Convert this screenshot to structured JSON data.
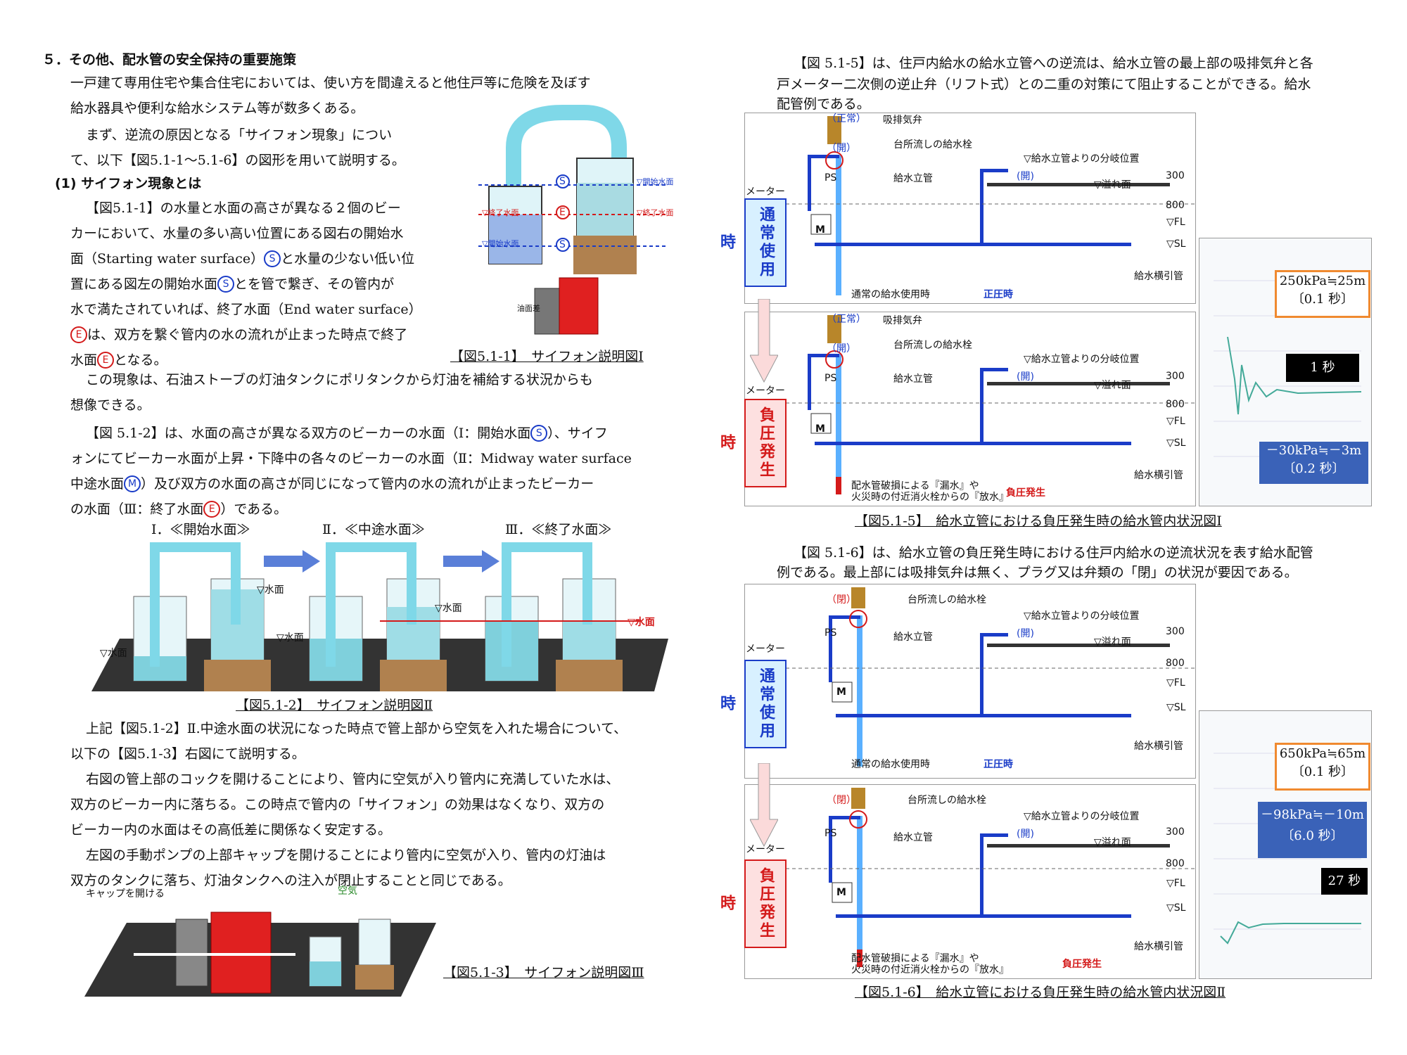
{
  "left": {
    "heading": "５．その他、配水管の安全保持の重要施策",
    "para1": "一戸建て専用住宅や集合住宅においては、使い方を間違えると他住戸等に危険を及ぼす",
    "para1b": "給水器具や便利な給水システム等が数多くある。",
    "para2a": "まず、逆流の原因となる「サイフォン現象」につい",
    "para2b": "て、以下【図5.1-1～5.1-6】の図形を用いて説明する。",
    "subheading": "(1) サイフォン現象とは",
    "para3": [
      "【図5.1-1】の水量と水面の高さが異なる２個のビー",
      "カーにおいて、水量の多い高い位置にある図右の開始水",
      "面（Starting water surface）",
      "と水量の少ない低い位",
      "置にある図左の開始水面",
      "とを管で繋ぎ、その管内が",
      "水で満たされていれば、終了水面（End water surface）",
      "は、双方を繋ぐ管内の水の流れが止まった時点で終了",
      "水面",
      "となる。"
    ],
    "fig1_caption": "【図5.1-1】　サイフォン説明図Ⅰ",
    "para4a": "この現象は、石油ストーブの灯油タンクにポリタンクから灯油を補給する状況からも",
    "para4b": "想像できる。",
    "para5": [
      "【図 5.1-2】は、水面の高さが異なる双方のビーカーの水面（Ⅰ：開始水面",
      "）、サイフ",
      "ォンにてビーカー水面が上昇・下降中の各々のビーカーの水面（Ⅱ：Midway water surface",
      "中途水面",
      "）及び双方の水面の高さが同じになって管内の水の流れが止まったビーカー",
      "の水面（Ⅲ：終了水面",
      "）である。"
    ],
    "fig2_labels": [
      "Ⅰ．≪開始水面≫",
      "Ⅱ．≪中途水面≫",
      "Ⅲ．≪終了水面≫"
    ],
    "fig2_caption": "【図5.1-2】　サイフォン説明図Ⅱ",
    "para6a": "上記【図5.1-2】Ⅱ.中途水面の状況になった時点で管上部から空気を入れた場合について、",
    "para6b": "以下の【図5.1-3】右図にて説明する。",
    "para7a": "右図の管上部のコックを開けることにより、管内に空気が入り管内に充満していた水は、",
    "para7b": "双方のビーカー内に落ちる。この時点で管内の「サイフォン」の効果はなくなり、双方の",
    "para7c": "ビーカー内の水面はその高低差に関係なく安定する。",
    "para8a": "左図の手動ポンプの上部キャップを開けることにより管内に空気が入り、管内の灯油は",
    "para8b": "双方のタンクに落ち、灯油タンクへの注入が閉止することと同じである。",
    "fig3_caption": "【図5.1-3】　サイフォン説明図Ⅲ",
    "fig3_cap_label": "キャップを開ける",
    "fig3_air": "空気",
    "markers": {
      "s": "S",
      "m": "M",
      "e": "E"
    },
    "fig1_labels": {
      "start": "▽開始水面",
      "end": "▽終了水面",
      "start_left": "▽開始水面",
      "oil": "油面差"
    },
    "fig2_water": "▽水面"
  },
  "right": {
    "para1a": "【図 5.1-5】は、住戸内給水の給水立管への逆流は、給水立管の最上部の吸排気弁と各",
    "para1b": "戸メーター二次側の逆止弁（リフト式）との二重の対策にて阻止することができる。給水",
    "para1c": "配管例である。",
    "fig5_caption": "【図5.1-5】　給水立管における負圧発生時の給水管内状況図Ⅰ",
    "para2a": "【図 5.1-6】は、給水立管の負圧発生時における住戸内給水の逆流状況を表す給水配管",
    "para2b": "例である。最上部には吸排気弁は無く、プラグ又は弁類の「閉」の状況が要因である。",
    "fig6_caption": "【図5.1-6】　給水立管における負圧発生時の給水管内状況図Ⅱ",
    "side_normal": "通常使用時",
    "side_negative": "負圧発生時",
    "diagram": {
      "normal_label": "（正常）",
      "open_label": "（開）",
      "closed_label": "（閉）",
      "valve": "吸排気弁",
      "kitchen_tap": "台所流しの給水栓",
      "branch": "▽給水立管よりの分岐位置",
      "riser": "給水立管",
      "overflow": "▽溢れ面",
      "meter": "メーター",
      "ps": "PS",
      "fl": "▽FL",
      "sl": "▽SL",
      "lateral": "給水横引管",
      "dim300": "300",
      "dim800": "800",
      "normal_use": "通常の給水使用時",
      "positive": "正圧時",
      "leak_note1": "配水管破損による『漏水』や",
      "leak_note2": "火災時の付近消火栓からの『放水』",
      "negative": "負圧発生",
      "m": "M",
      "open_tap": "(開)"
    },
    "chart1": {
      "box1a": "250kPa≒25m",
      "box1b": "〔0.1 秒〕",
      "box2": "1 秒",
      "box3a": "－30kPa≒－3m",
      "box3b": "〔0.2 秒〕"
    },
    "chart2": {
      "box1a": "650kPa≒65m",
      "box1b": "〔0.1 秒〕",
      "box2a": "－98kPa≒－10m",
      "box2b": "〔6.0 秒〕",
      "box3": "27 秒"
    }
  }
}
